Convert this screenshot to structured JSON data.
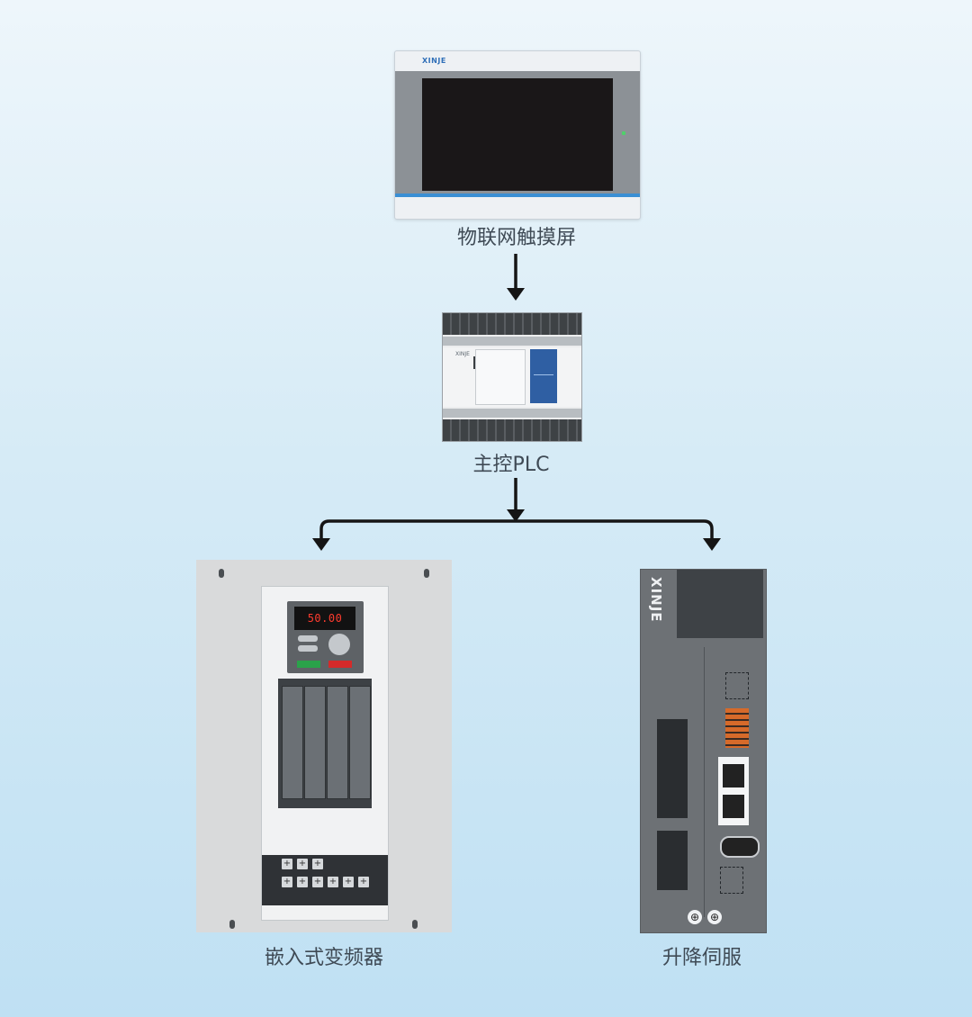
{
  "nodes": {
    "hmi": {
      "label": "物联网触摸屏",
      "brand": "XINJE"
    },
    "plc": {
      "label": "主控PLC",
      "brand": "XINJE"
    },
    "inverter": {
      "label": "嵌入式变频器",
      "display_value": "50.00"
    },
    "servo": {
      "label": "升降伺服",
      "brand": "XINJE"
    }
  },
  "edges": [
    {
      "from": "hmi",
      "to": "plc"
    },
    {
      "from": "plc",
      "to": "inverter"
    },
    {
      "from": "plc",
      "to": "servo"
    }
  ],
  "colors": {
    "background_top": "#eef6fb",
    "background_bottom": "#bfe0f3",
    "connector": "#151515",
    "label_text": "#3f4a55",
    "inverter_display_text": "#ff3b2e",
    "plc_accent": "#2f5fa3",
    "hmi_accent": "#3a8fd4"
  }
}
